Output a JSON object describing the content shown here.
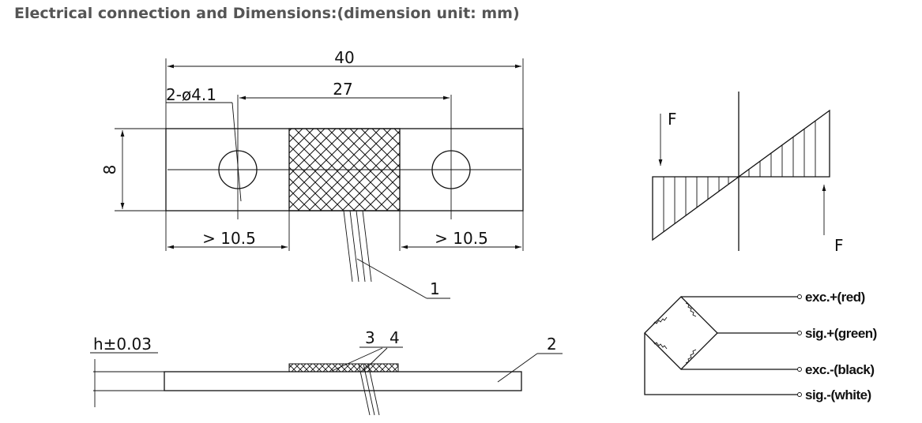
{
  "heading": "Electrical connection and Dimensions:(dimension unit: mm)",
  "top_view": {
    "dim_total": "40",
    "dim_holes": "27",
    "dim_hole_spec": "2-ø4.1",
    "dim_height": "8",
    "dim_left": "> 10.5",
    "dim_right": "> 10.5",
    "callout_1": "1"
  },
  "side_view": {
    "thickness": "h±0.03",
    "callout_3": "3",
    "callout_4": "4",
    "callout_2": "2"
  },
  "force_diagram": {
    "force_top": "F",
    "force_bottom": "F"
  },
  "wiring": {
    "exc_plus": "exc.+(red)",
    "sig_plus": "sig.+(green)",
    "exc_minus": "exc.-(black)",
    "sig_minus": "sig.-(white)"
  }
}
